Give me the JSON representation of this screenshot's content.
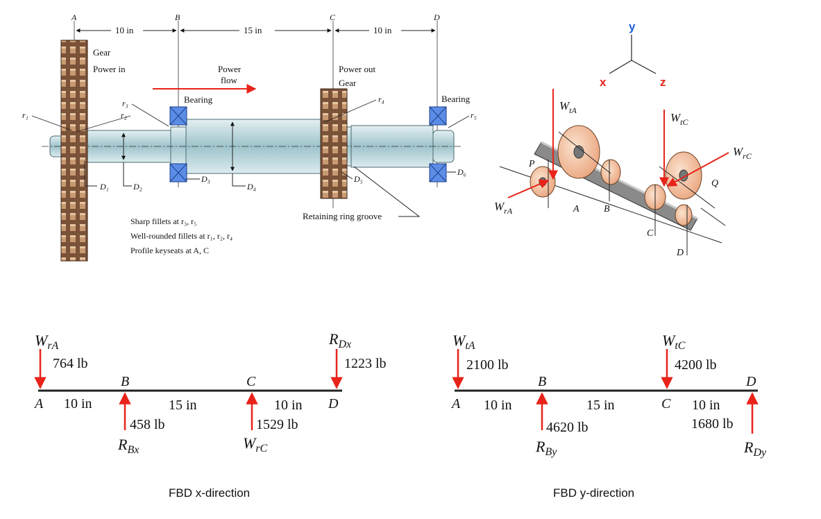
{
  "shaft_drawing": {
    "stations": [
      "A",
      "B",
      "C",
      "D"
    ],
    "spans": [
      "10 in",
      "15 in",
      "10 in"
    ],
    "labels": {
      "gear_left": "Gear",
      "power_in": "Power in",
      "power_flow": "Power",
      "power_flow_2": "flow",
      "power_out": "Power out",
      "gear_right": "Gear",
      "bearing_left": "Bearing",
      "bearing_right": "Bearing",
      "r1": "r₁",
      "r2": "r₂",
      "r3": "r₃",
      "r4": "r₄",
      "r5": "r₅",
      "d1": "D₁",
      "d2": "D₂",
      "d3": "D₃",
      "d4": "D₄",
      "d5": "D₅",
      "d6": "D₆",
      "retaining": "Retaining ring groove"
    },
    "notes": [
      "Sharp fillets at r₃, r₅",
      "Well-rounded fillets at r₁, r₂, r₄",
      "Profile keyseats at A, C"
    ],
    "colors": {
      "flow_arrow": "#e8231a",
      "gear": "#7a5238",
      "shaft": "#b9d6dc",
      "bearing": "#2f6bd6"
    }
  },
  "iso_view": {
    "axes": {
      "x": "x",
      "y": "y",
      "z": "z"
    },
    "axis_colors": {
      "x": "#e8231a",
      "y": "#1b5fd6",
      "z": "#e8231a"
    },
    "labels": {
      "wta": "W",
      "wta_sub": "tA",
      "wtc": "W",
      "wtc_sub": "tC",
      "wrc": "W",
      "wrc_sub": "rC",
      "wra": "W",
      "wra_sub": "rA",
      "p": "P",
      "q": "Q",
      "a": "A",
      "b": "B",
      "c": "C",
      "d": "D"
    },
    "colors": {
      "gear": "#f0b48a",
      "shaft": "#6d6d6d",
      "force": "#e8231a"
    }
  },
  "fbd_x": {
    "caption": "FBD x-direction",
    "stations": [
      "A",
      "B",
      "C",
      "D"
    ],
    "spans": [
      "10 in",
      "15 in",
      "10 in"
    ],
    "forces": {
      "wra_name": "W",
      "wra_sub": "rA",
      "wra_value": "764 lb",
      "rbx_name": "R",
      "rbx_sub": "Bx",
      "rbx_value": "458 lb",
      "wrc_name": "W",
      "wrc_sub": "rC",
      "wrc_value": "1529 lb",
      "rdx_name": "R",
      "rdx_sub": "Dx",
      "rdx_value": "1223 lb"
    },
    "arrow_color": "#e8231a"
  },
  "fbd_y": {
    "caption": "FBD y-direction",
    "stations": [
      "A",
      "B",
      "C",
      "D"
    ],
    "spans": [
      "10 in",
      "15 in",
      "10 in"
    ],
    "forces": {
      "wta_name": "W",
      "wta_sub": "tA",
      "wta_value": "2100 lb",
      "rby_name": "R",
      "rby_sub": "By",
      "rby_value": "4620 lb",
      "wtc_name": "W",
      "wtc_sub": "tC",
      "wtc_value": "4200 lb",
      "rdy_name": "R",
      "rdy_sub": "Dy",
      "rdy_value": "1680 lb"
    },
    "arrow_color": "#e8231a"
  }
}
